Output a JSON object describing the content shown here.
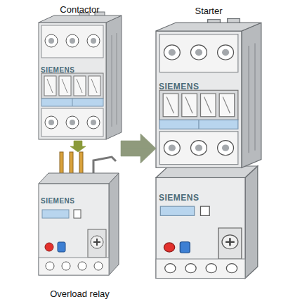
{
  "diagram": {
    "nodes": [
      {
        "text": [
          "Contactor",
          "SIEMENS"
        ]
      },
      {
        "text": [
          "Starter"
        ]
      },
      {
        "text": [
          "SIEMENS"
        ],
        "in": 1
      },
      {
        "text": [
          "SIEMENS"
        ],
        "in": 1
      },
      {
        "text": [
          "SIEMENS",
          "Overload relay"
        ]
      }
    ],
    "edges": [
      {
        "from": 0,
        "to": 4,
        "arrow": "to"
      },
      {
        "from": 0,
        "to": 1,
        "arrow": "to"
      },
      {
        "from": 4,
        "to": 1,
        "arrow": "to"
      }
    ]
  }
}
